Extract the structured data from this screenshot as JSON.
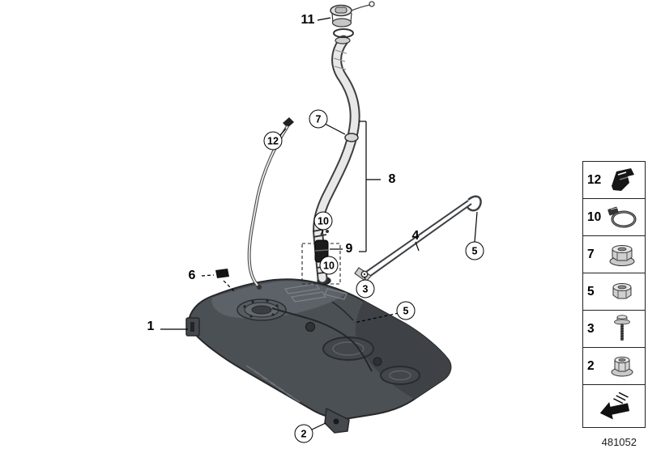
{
  "callouts": [
    {
      "id": "11",
      "style": "plain"
    },
    {
      "id": "7",
      "style": "circle"
    },
    {
      "id": "12",
      "style": "circle"
    },
    {
      "id": "8",
      "style": "plain"
    },
    {
      "id": "10",
      "style": "circle"
    },
    {
      "id": "9",
      "style": "plain"
    },
    {
      "id": "10",
      "style": "circle"
    },
    {
      "id": "4",
      "style": "plain"
    },
    {
      "id": "5",
      "style": "circle"
    },
    {
      "id": "3",
      "style": "circle"
    },
    {
      "id": "6",
      "style": "plain"
    },
    {
      "id": "5",
      "style": "circle"
    },
    {
      "id": "1",
      "style": "plain"
    },
    {
      "id": "2",
      "style": "circle"
    }
  ],
  "legend": {
    "items": [
      {
        "id": "12",
        "icon": "clip-icon"
      },
      {
        "id": "10",
        "icon": "hose-clamp-icon"
      },
      {
        "id": "7",
        "icon": "flange-nut-icon"
      },
      {
        "id": "5",
        "icon": "hex-nut-icon"
      },
      {
        "id": "3",
        "icon": "screw-icon"
      },
      {
        "id": "2",
        "icon": "collar-nut-icon"
      },
      {
        "id": "",
        "icon": "direction-arrow-icon"
      }
    ]
  },
  "footer": {
    "part_number": "481052"
  },
  "colors": {
    "background": "#ffffff",
    "line": "#1f1f1f",
    "tank": "#4b5054"
  }
}
